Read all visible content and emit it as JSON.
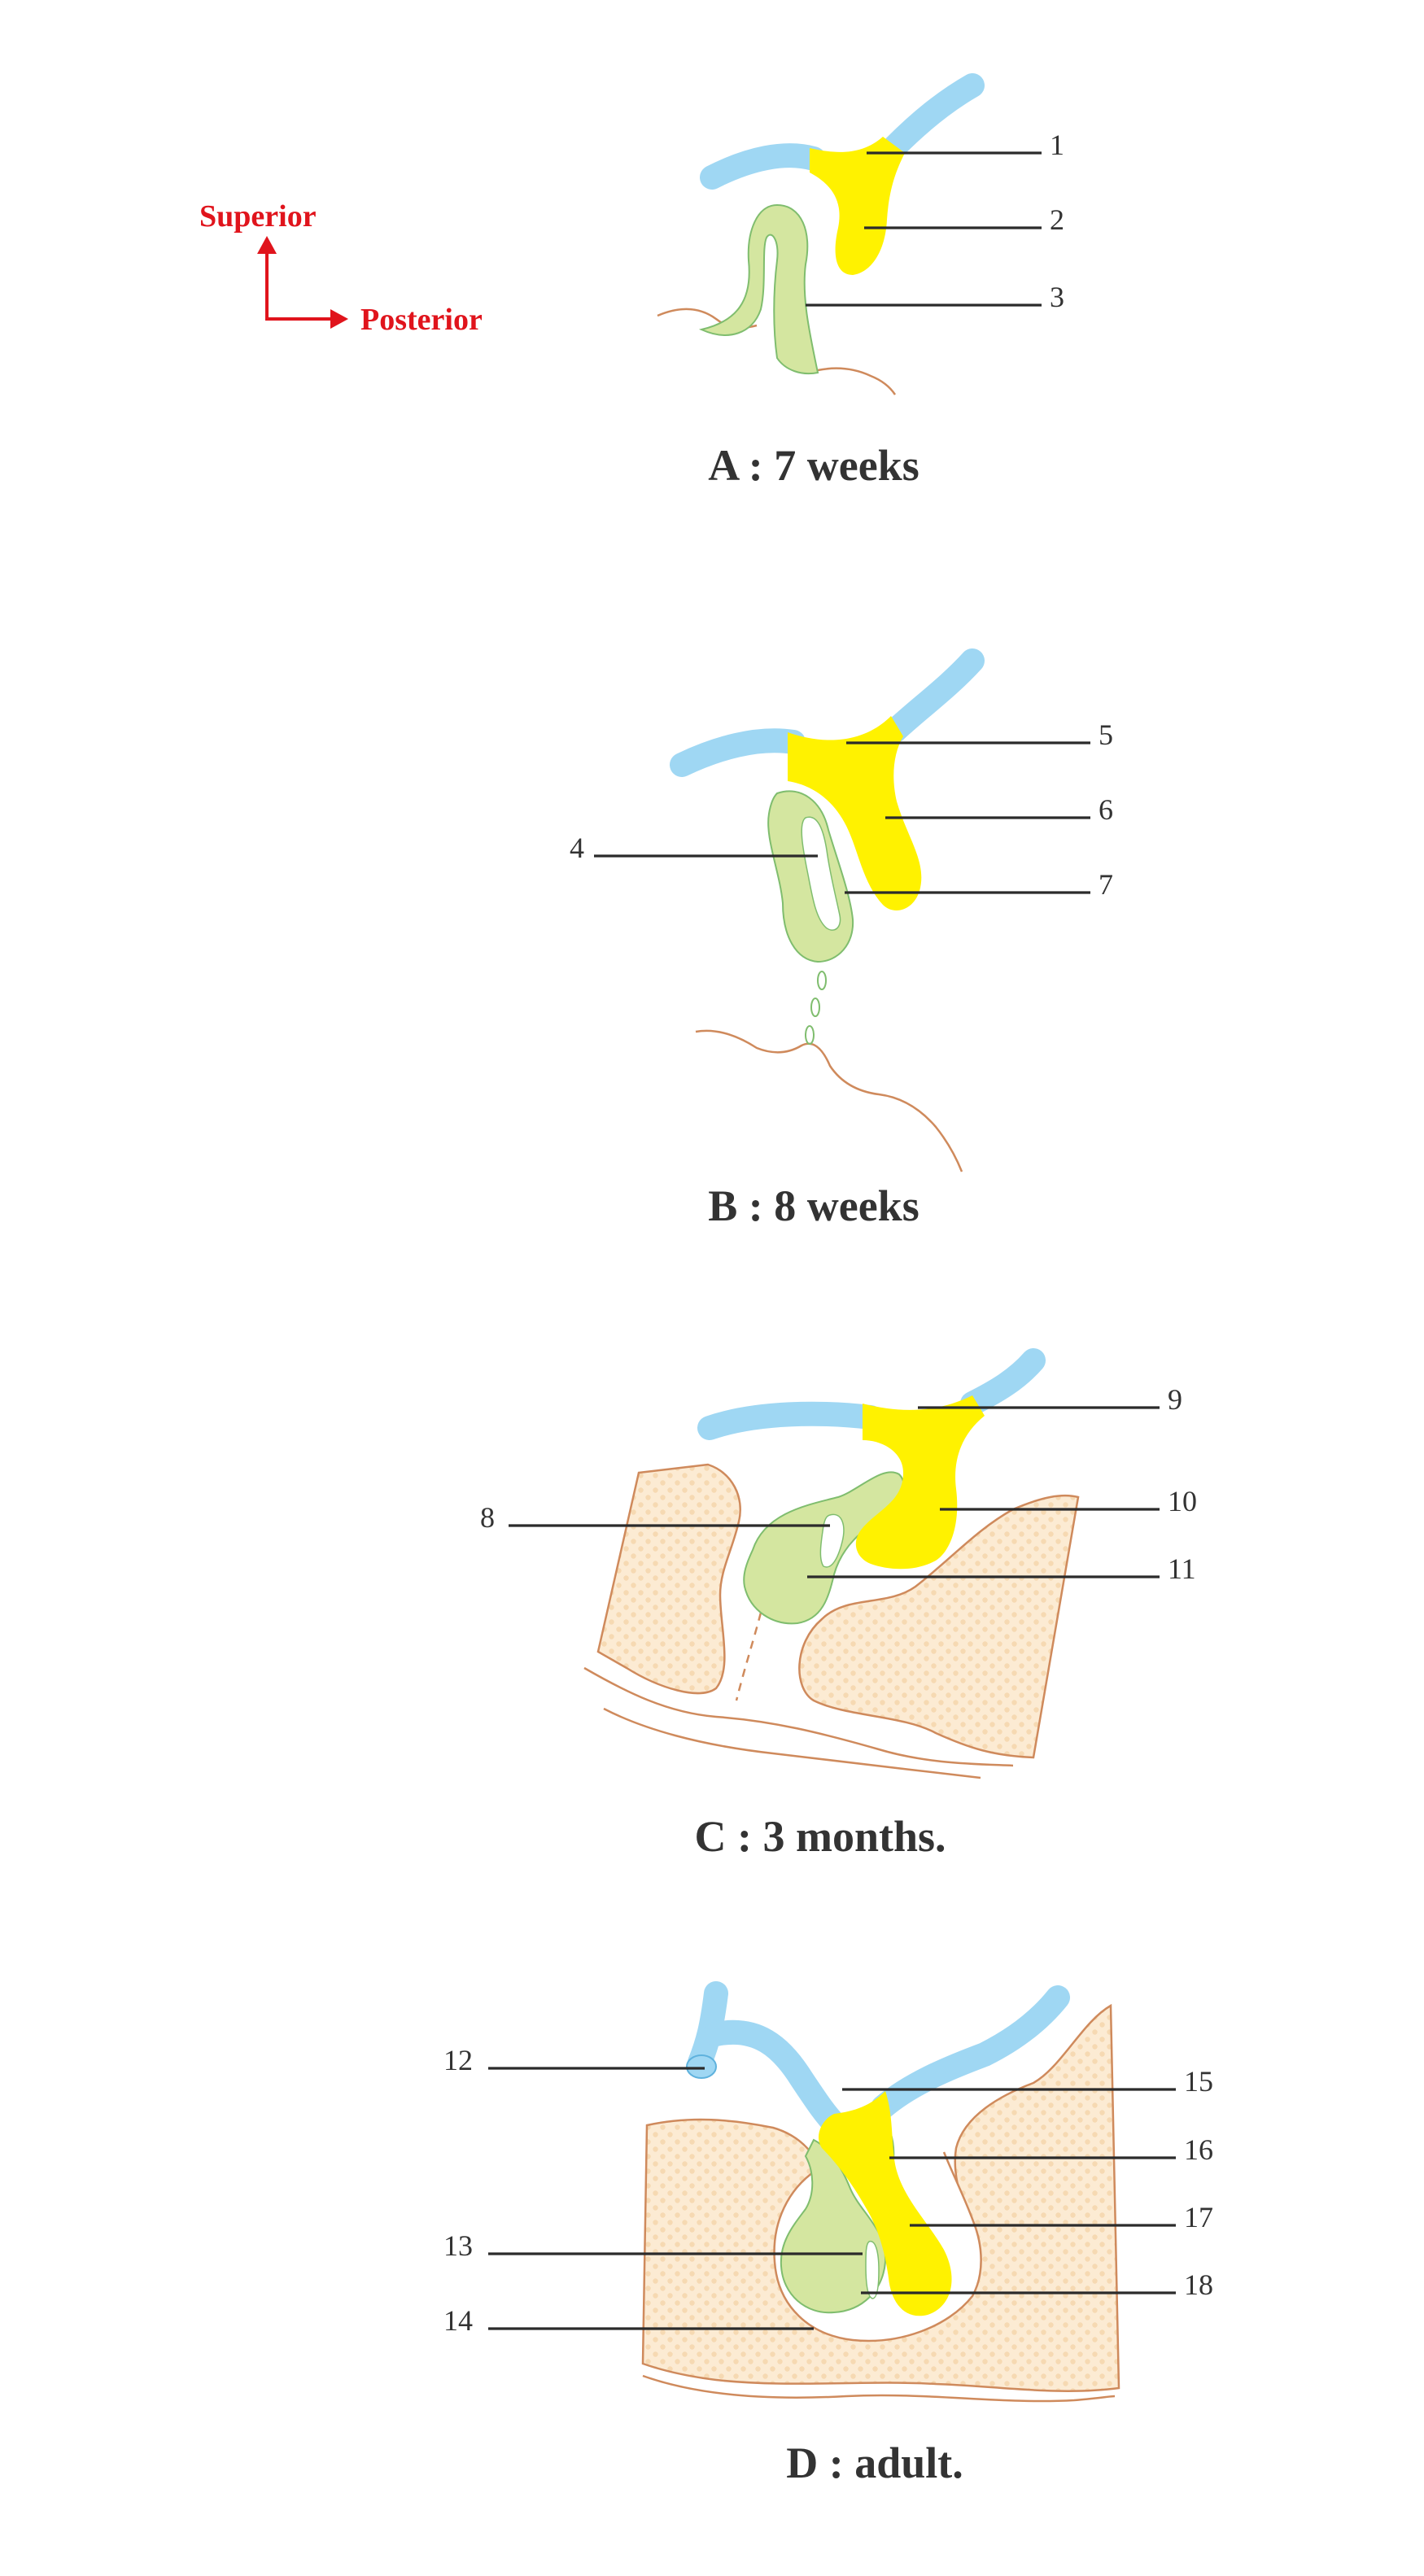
{
  "orientation": {
    "superior": "Superior",
    "posterior": "Posterior"
  },
  "panels": [
    {
      "id": "A",
      "caption": "A : 7 weeks",
      "labels": [
        "1",
        "2",
        "3"
      ]
    },
    {
      "id": "B",
      "caption": "B : 8 weeks",
      "labels": [
        "4",
        "5",
        "6",
        "7"
      ]
    },
    {
      "id": "C",
      "caption": "C : 3 months.",
      "labels": [
        "8",
        "9",
        "10",
        "11"
      ]
    },
    {
      "id": "D",
      "caption": "D : adult.",
      "labels": [
        "12",
        "13",
        "14",
        "15",
        "16",
        "17",
        "18"
      ]
    }
  ],
  "colors": {
    "neural_tube": "#9fd7f3",
    "neurohypophysis": "#fff200",
    "adenohypophysis": "#d4e6a0",
    "bone": "#fbe9cf",
    "outline": "#cf8a5c",
    "orientation_arrow": "#e0141c"
  }
}
